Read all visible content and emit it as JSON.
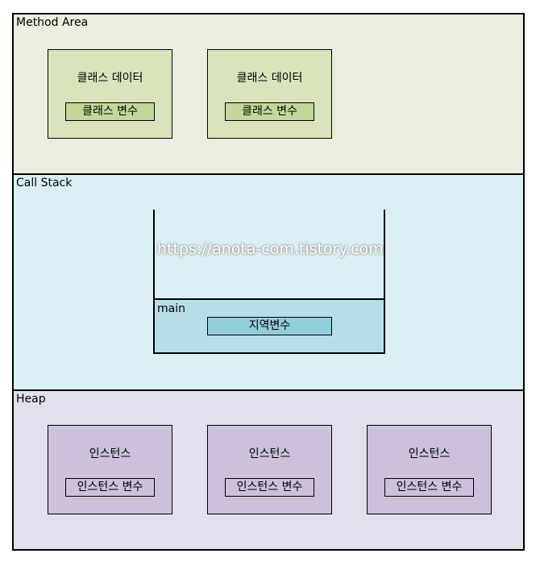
{
  "method_area": {
    "label": "Method Area",
    "boxes": [
      {
        "title": "클래스 데이터",
        "inner": "클래스 변수"
      },
      {
        "title": "클래스 데이터",
        "inner": "클래스 변수"
      }
    ]
  },
  "call_stack": {
    "label": "Call Stack",
    "frame": {
      "label": "main",
      "inner": "지역변수"
    }
  },
  "heap": {
    "label": "Heap",
    "boxes": [
      {
        "title": "인스턴스",
        "inner": "인스턴스 변수"
      },
      {
        "title": "인스턴스",
        "inner": "인스턴스 변수"
      },
      {
        "title": "인스턴스",
        "inner": "인스턴스 변수"
      }
    ]
  },
  "watermark": "https://anota-com.tistory.com",
  "colors": {
    "method_bg": "#EBEEDE",
    "class_box": "#D8E4BC",
    "class_inner": "#C4D79B",
    "stack_bg": "#DAEEF3",
    "frame": "#B7DEE8",
    "frame_inner": "#92CDDC",
    "heap_bg": "#E4DFEC",
    "instance_box": "#CCC0DA",
    "instance_inner": "#CCC0DA"
  }
}
